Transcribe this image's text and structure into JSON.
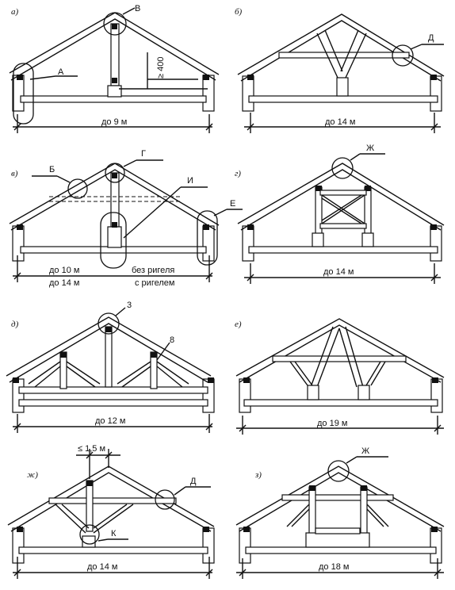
{
  "panels": [
    {
      "id": "a",
      "letter": "а)",
      "spans": [
        "до 9 м"
      ],
      "callouts": [
        "В",
        "А"
      ],
      "dim": "≥ 400"
    },
    {
      "id": "b",
      "letter": "б)",
      "spans": [
        "до 14 м"
      ],
      "callouts": [
        "Д"
      ]
    },
    {
      "id": "v",
      "letter": "в)",
      "spans": [
        "до 10 м",
        "до 14 м"
      ],
      "notes": [
        "без ригеля",
        "с ригелем"
      ],
      "callouts": [
        "Б",
        "Г",
        "И",
        "Е"
      ]
    },
    {
      "id": "g",
      "letter": "г)",
      "spans": [
        "до 14 м"
      ],
      "callouts": [
        "Ж"
      ]
    },
    {
      "id": "d",
      "letter": "д)",
      "spans": [
        "до 12 м"
      ],
      "callouts": [
        "3",
        "8"
      ]
    },
    {
      "id": "e",
      "letter": "е)",
      "spans": [
        "до 19 м"
      ],
      "callouts": []
    },
    {
      "id": "zh",
      "letter": "ж)",
      "spans": [
        "до 14 м"
      ],
      "callouts": [
        "Д",
        "К"
      ],
      "dim": "≤ 1,5 м"
    },
    {
      "id": "z",
      "letter": "з)",
      "spans": [
        "до 18 м"
      ],
      "callouts": [
        "Ж"
      ]
    }
  ]
}
